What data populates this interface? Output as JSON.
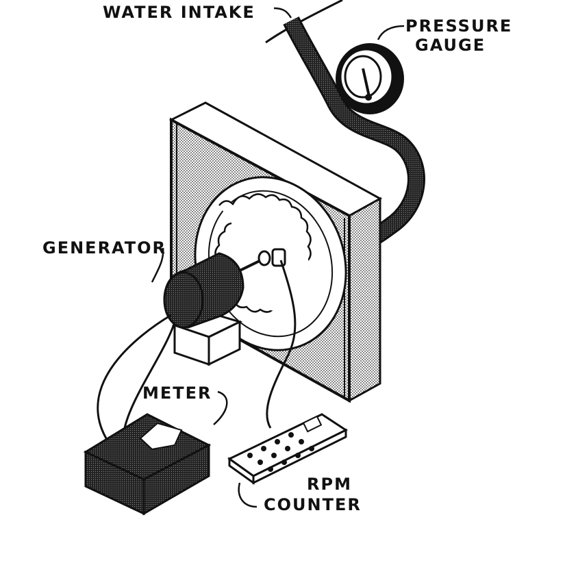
{
  "labels": {
    "water_intake": "WATER INTAKE",
    "pressure_gauge_line1": "PRESSURE",
    "pressure_gauge_line2": "GAUGE",
    "generator": "GENERATOR",
    "meter": "METER",
    "rpm_counter_line1": "RPM",
    "rpm_counter_line2": "COUNTER"
  },
  "colors": {
    "ink": "#111111",
    "paper": "#ffffff",
    "shade": "#9a9a9a"
  }
}
